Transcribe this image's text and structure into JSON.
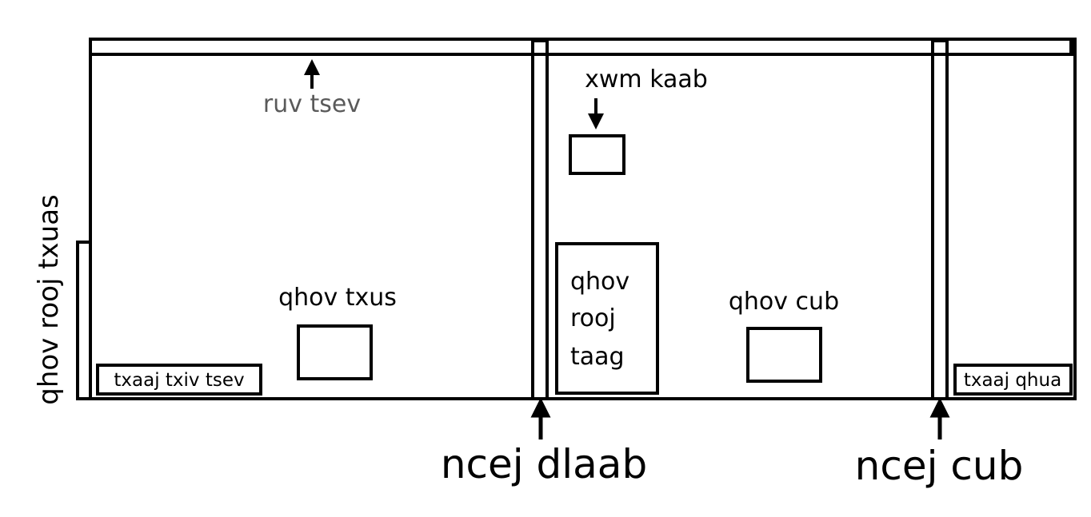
{
  "colors": {
    "line": "#000000",
    "background": "#ffffff",
    "muted_label": "#5a5a5a"
  },
  "labels": {
    "top_pipe": "ruv tsev",
    "upper_box": "xwm kaab",
    "left_inner_box": "qhov txus",
    "tall_box_line1": "qhov",
    "tall_box_line2": "rooj",
    "tall_box_line3": "taag",
    "right_inner_box": "qhov cub",
    "left_side_vertical": "qhov rooj txuas",
    "bottom_left_box": "txaaj txiv tsev",
    "bottom_right_box": "txaaj qhua",
    "partition_left": "ncej dlaab",
    "partition_right": "ncej cub"
  },
  "icons": {
    "arrow_up": "arrow-up-icon",
    "arrow_down": "arrow-down-icon"
  }
}
